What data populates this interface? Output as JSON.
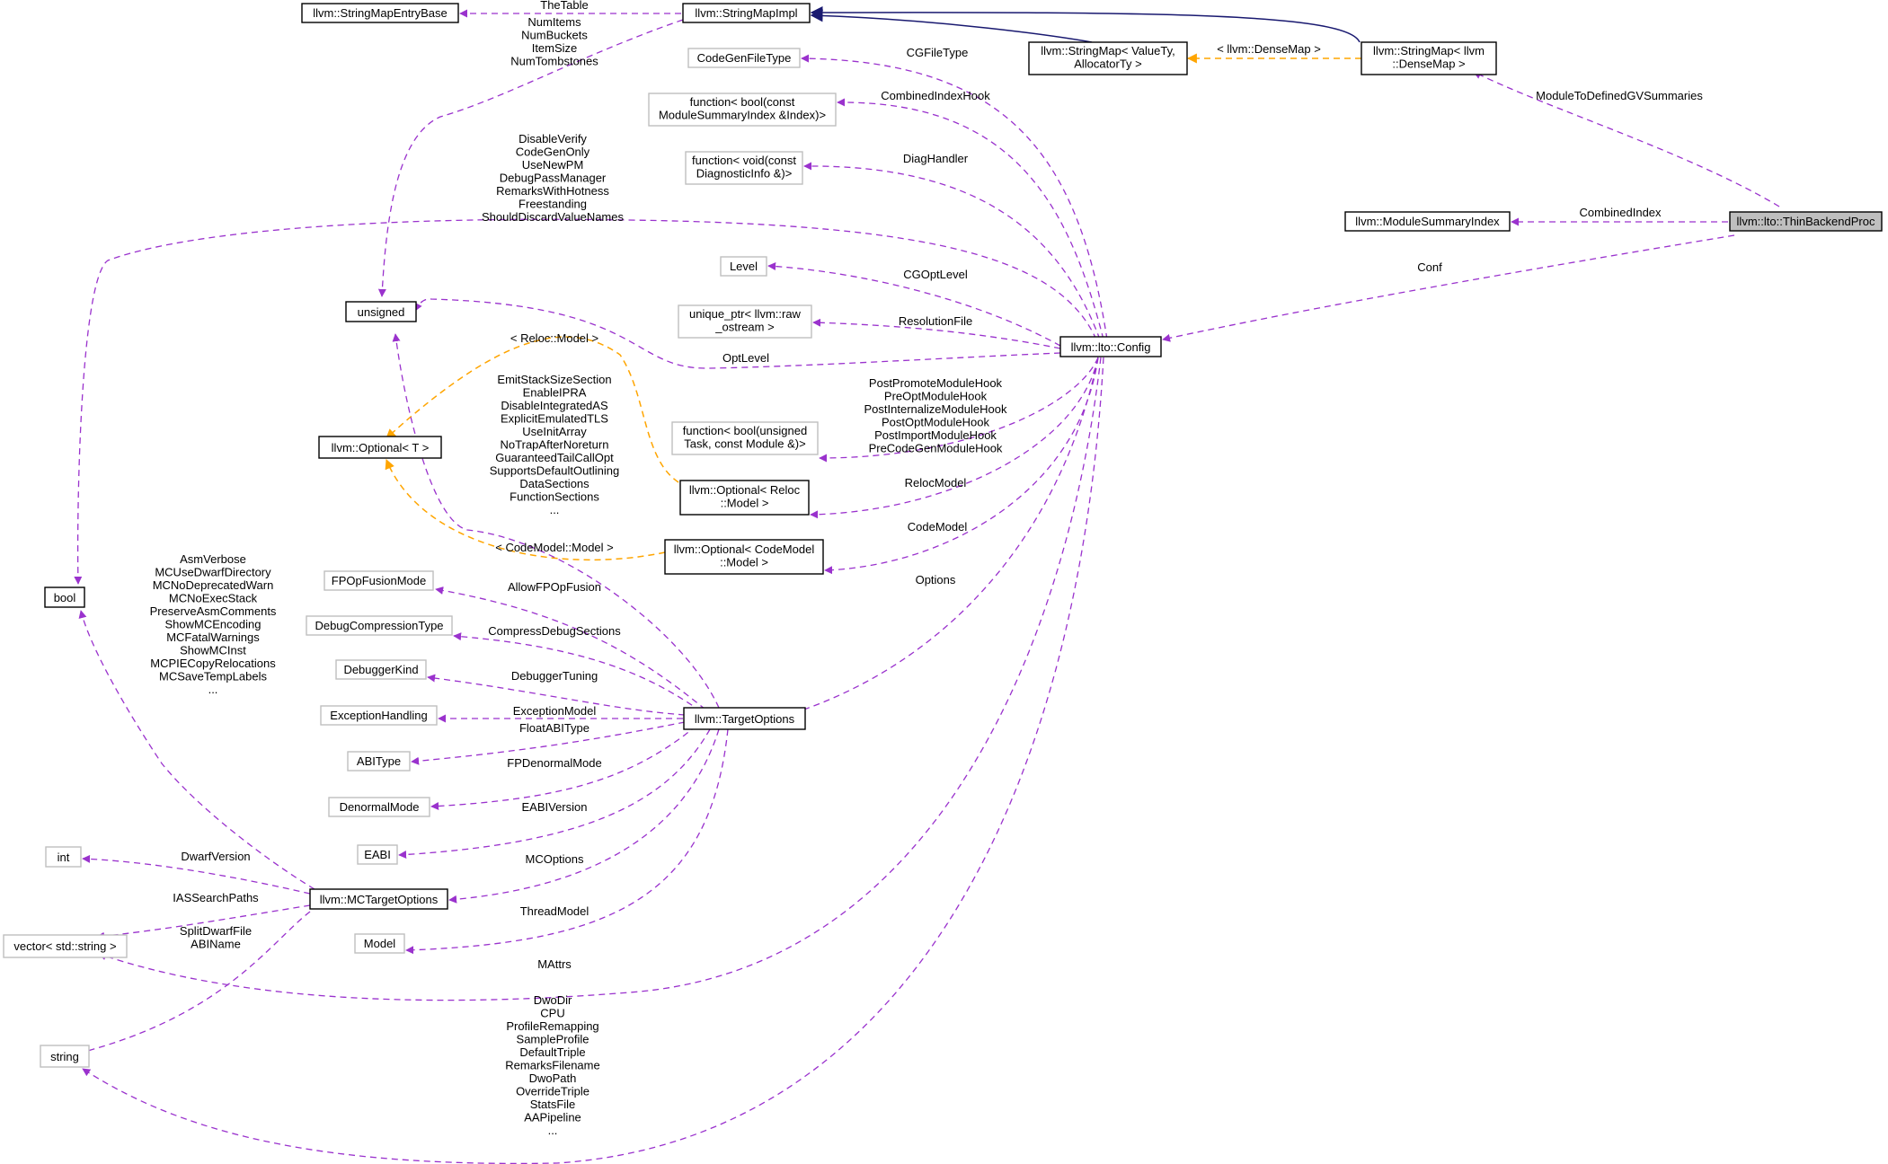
{
  "colors": {
    "member_edge": "#9a32cd",
    "inherit_edge": "#191970",
    "template_edge": "#ffa500",
    "focus_fill": "#bfbfbf",
    "external_border": "#bfbfbf"
  },
  "nodes": {
    "thin_backend_proc": [
      "llvm::lto::ThinBackendProc"
    ],
    "string_map_entry_base": [
      "llvm::StringMapEntryBase"
    ],
    "string_map_impl": [
      "llvm::StringMapImpl"
    ],
    "string_map_valuety": [
      "llvm::StringMap< ValueTy,",
      "AllocatorTy >"
    ],
    "string_map_densemap": [
      "llvm::StringMap< llvm",
      "::DenseMap >"
    ],
    "codegen_file_type": [
      "CodeGenFileType"
    ],
    "fn_bool_index": [
      "function< bool(const",
      "ModuleSummaryIndex &Index)>"
    ],
    "fn_void_diag": [
      "function< void(const",
      "DiagnosticInfo &)>"
    ],
    "module_summary_index": [
      "llvm::ModuleSummaryIndex"
    ],
    "level": [
      "Level"
    ],
    "unique_ptr_ostream": [
      "unique_ptr< llvm::raw",
      "_ostream >"
    ],
    "unsigned": [
      "unsigned"
    ],
    "lto_config": [
      "llvm::lto::Config"
    ],
    "optional_t": [
      "llvm::Optional< T >"
    ],
    "fn_bool_task": [
      "function< bool(unsigned",
      "Task, const Module &)>"
    ],
    "optional_reloc": [
      "llvm::Optional< Reloc",
      "::Model >"
    ],
    "optional_codemodel": [
      "llvm::Optional< CodeModel",
      "::Model >"
    ],
    "bool": [
      "bool"
    ],
    "fpopfusion_mode": [
      "FPOpFusionMode"
    ],
    "debug_compression_type": [
      "DebugCompressionType"
    ],
    "debugger_kind": [
      "DebuggerKind"
    ],
    "exception_handling": [
      "ExceptionHandling"
    ],
    "target_options": [
      "llvm::TargetOptions"
    ],
    "abi_type": [
      "ABIType"
    ],
    "denormal_mode": [
      "DenormalMode"
    ],
    "eabi": [
      "EABI"
    ],
    "int": [
      "int"
    ],
    "mc_target_options": [
      "llvm::MCTargetOptions"
    ],
    "vector_string": [
      "vector< std::string >"
    ],
    "model": [
      "Model"
    ],
    "string": [
      "string"
    ]
  },
  "edge_labels": {
    "the_table": [
      "TheTable"
    ],
    "string_map_impl_members": [
      "NumItems",
      "NumBuckets",
      "ItemSize",
      "NumTombstones"
    ],
    "densemap_template": [
      "< llvm::DenseMap >"
    ],
    "module_to_defined": [
      "ModuleToDefinedGVSummaries"
    ],
    "combined_index": [
      "CombinedIndex"
    ],
    "conf": [
      "Conf"
    ],
    "cg_file_type": [
      "CGFileType"
    ],
    "combined_index_hook": [
      "CombinedIndexHook"
    ],
    "diag_handler": [
      "DiagHandler"
    ],
    "config_bools": [
      "DisableVerify",
      "CodeGenOnly",
      "UseNewPM",
      "DebugPassManager",
      "RemarksWithHotness",
      "Freestanding",
      "ShouldDiscardValueNames"
    ],
    "cg_opt_level": [
      "CGOptLevel"
    ],
    "resolution_file": [
      "ResolutionFile"
    ],
    "opt_level": [
      "OptLevel"
    ],
    "reloc_template": [
      "< Reloc::Model >"
    ],
    "target_options_bools": [
      "EmitStackSizeSection",
      "EnableIPRA",
      "DisableIntegratedAS",
      "ExplicitEmulatedTLS",
      "UseInitArray",
      "NoTrapAfterNoreturn",
      "GuaranteedTailCallOpt",
      "SupportsDefaultOutlining",
      "DataSections",
      "FunctionSections",
      "..."
    ],
    "module_hooks": [
      "PostPromoteModuleHook",
      "PreOptModuleHook",
      "PostInternalizeModuleHook",
      "PostOptModuleHook",
      "PostImportModuleHook",
      "PreCodeGenModuleHook"
    ],
    "reloc_model": [
      "RelocModel"
    ],
    "code_model": [
      "CodeModel"
    ],
    "codemodel_template": [
      "< CodeModel::Model >"
    ],
    "options": [
      "Options"
    ],
    "mc_bools": [
      "AsmVerbose",
      "MCUseDwarfDirectory",
      "MCNoDeprecatedWarn",
      "MCNoExecStack",
      "PreserveAsmComments",
      "ShowMCEncoding",
      "MCFatalWarnings",
      "ShowMCInst",
      "MCPIECopyRelocations",
      "MCSaveTempLabels",
      "..."
    ],
    "allow_fp_op_fusion": [
      "AllowFPOpFusion"
    ],
    "compress_debug_sections": [
      "CompressDebugSections"
    ],
    "debugger_tuning": [
      "DebuggerTuning"
    ],
    "exception_model": [
      "ExceptionModel"
    ],
    "float_abi_type": [
      "FloatABIType"
    ],
    "fp_denormal_mode": [
      "FPDenormalMode"
    ],
    "eabi_version": [
      "EABIVersion"
    ],
    "dwarf_version": [
      "DwarfVersion"
    ],
    "mc_options": [
      "MCOptions"
    ],
    "ias_search_paths": [
      "IASSearchPaths"
    ],
    "thread_model": [
      "ThreadModel"
    ],
    "split_dwarf": [
      "SplitDwarfFile",
      "ABIName"
    ],
    "mattrs": [
      "MAttrs"
    ],
    "config_strings": [
      "DwoDir",
      "CPU",
      "ProfileRemapping",
      "SampleProfile",
      "DefaultTriple",
      "RemarksFilename",
      "DwoPath",
      "OverrideTriple",
      "StatsFile",
      "AAPipeline",
      "..."
    ]
  }
}
